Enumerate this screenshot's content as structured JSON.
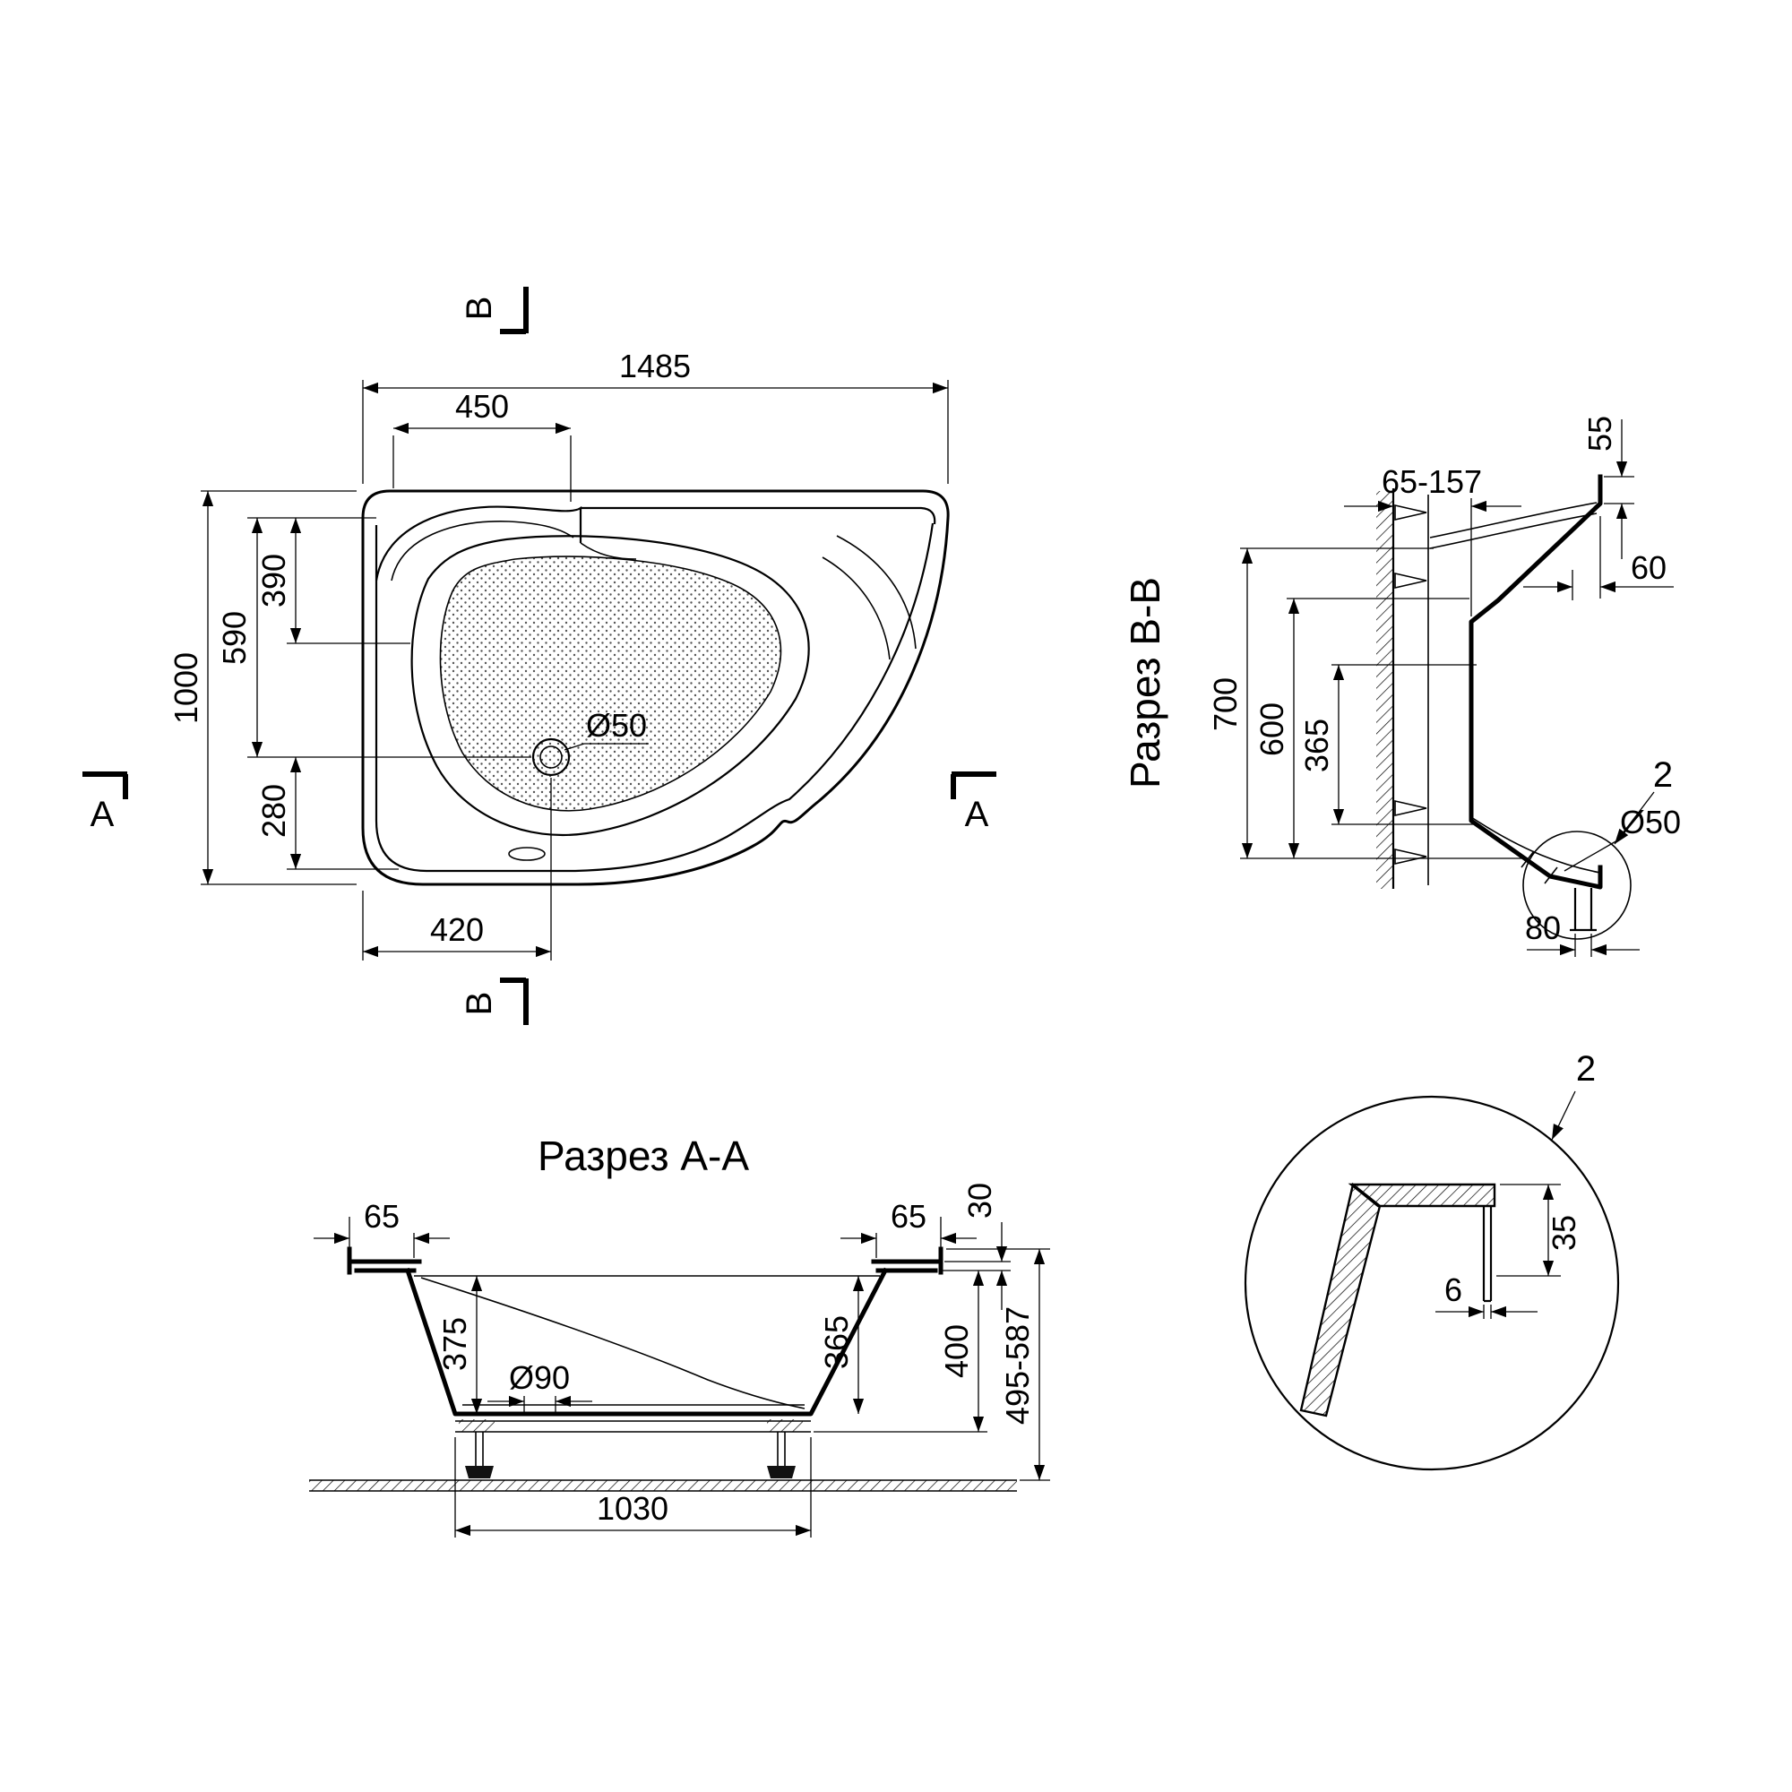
{
  "plan": {
    "dim_width": "1485",
    "dim_headrest": "450",
    "dim_depth": "1000",
    "dim_390": "390",
    "dim_590": "590",
    "dim_280": "280",
    "dim_drain_offset": "420",
    "dim_drain": "Ø50",
    "marker_b_top": "В",
    "marker_b_bottom": "В",
    "marker_a_left": "А",
    "marker_a_right": "А"
  },
  "section_bb": {
    "title": "Разрез В-В",
    "dim_wall_gap": "65-157",
    "dim_55": "55",
    "dim_60": "60",
    "dim_700": "700",
    "dim_600": "600",
    "dim_365": "365",
    "dim_drain": "Ø50",
    "dim_80": "80",
    "detail_ref": "2"
  },
  "section_aa": {
    "title": "Разрез А-А",
    "dim_rim_left": "65",
    "dim_rim_right": "65",
    "dim_30": "30",
    "dim_375": "375",
    "dim_drain_recess": "Ø90",
    "dim_365": "365",
    "dim_400": "400",
    "dim_height_range": "495-587",
    "dim_base_length": "1030"
  },
  "detail": {
    "label": "2",
    "dim_35": "35",
    "dim_6": "6"
  }
}
